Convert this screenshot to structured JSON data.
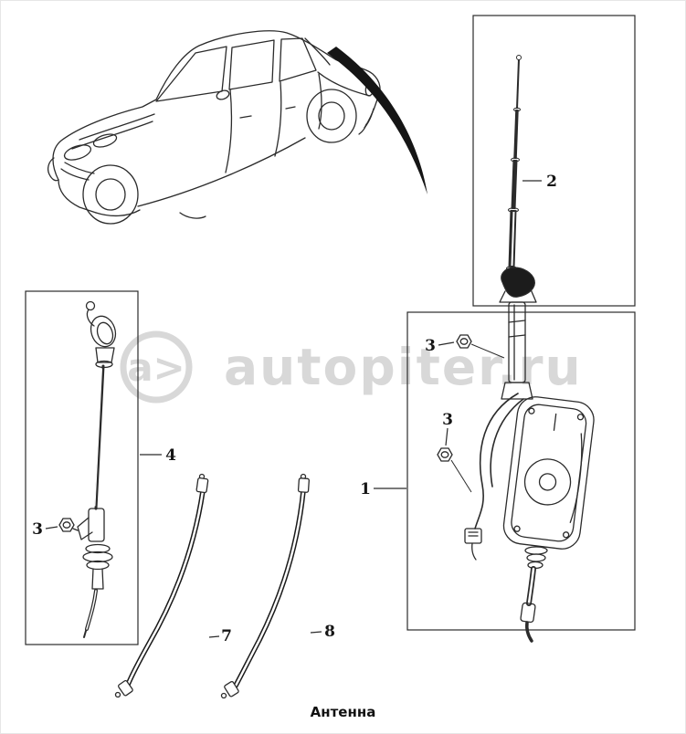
{
  "page": {
    "caption": "Антенна",
    "background": "#ffffff"
  },
  "watermark": {
    "logo": "a>",
    "text": "autopiter.ru",
    "color": "#d4d4d4"
  },
  "callouts": {
    "part1": "1",
    "part2": "2",
    "part3_top": "3",
    "part3_mid": "3",
    "part3_left": "3",
    "part4": "4",
    "part7": "7",
    "part8": "8"
  }
}
